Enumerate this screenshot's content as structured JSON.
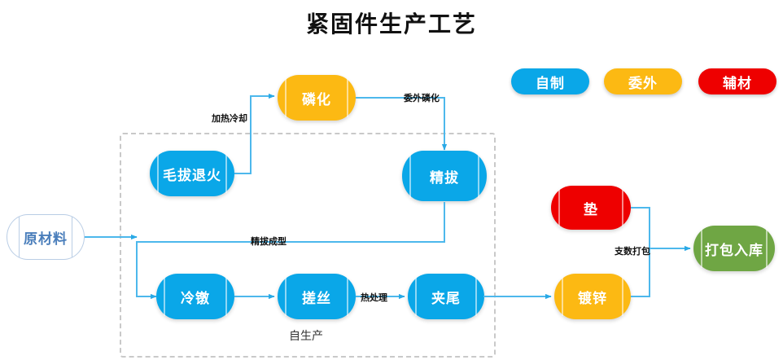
{
  "title": "紧固件生产工艺",
  "legend": {
    "items": [
      {
        "label": "自制",
        "color": "#0aa7e8",
        "name": "legend-self-made"
      },
      {
        "label": "委外",
        "color": "#fcb913",
        "name": "legend-outsourced"
      },
      {
        "label": "辅材",
        "color": "#ee0000",
        "name": "legend-auxiliary-material"
      }
    ]
  },
  "group": {
    "label": "自生产"
  },
  "nodes": {
    "raw_material": "原材料",
    "rough_draw_anneal": "毛拔退火",
    "phosphating": "磷化",
    "fine_draw": "精拔",
    "cold_heading": "冷镦",
    "thread_rolling": "搓丝",
    "tail_clamp": "夹尾",
    "washer": "垫",
    "galvanizing": "镀锌",
    "packing_warehouse": "打包入库"
  },
  "edge_labels": {
    "heat_cool": "加热冷却",
    "outsourced_phosphating": "委外磷化",
    "fine_draw_forming": "精拔成型",
    "heat_treatment": "热处理",
    "count_packing": "支数打包"
  },
  "colors": {
    "blue": "#0aa7e8",
    "yellow": "#fcb913",
    "red": "#ee0000",
    "green": "#6fa644",
    "connector": "#4db8ec",
    "group_border": "#c9c9c9",
    "background": "#ffffff"
  }
}
